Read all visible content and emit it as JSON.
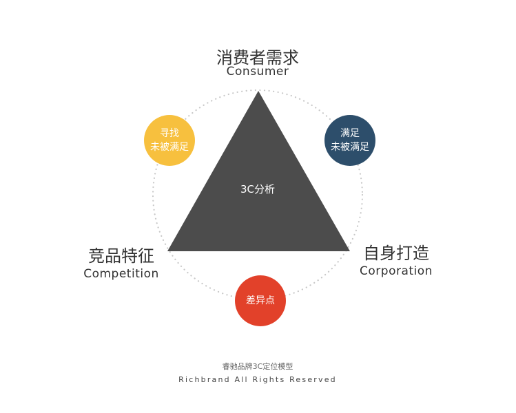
{
  "nodes": {
    "top": {
      "cn": "消费者需求",
      "en": "Consumer"
    },
    "left": {
      "cn": "竞品特征",
      "en": "Competition"
    },
    "right": {
      "cn": "自身打造",
      "en": "Corporation"
    }
  },
  "center": {
    "label": "3C分析"
  },
  "bubbles": {
    "top_left": {
      "lines": [
        "寻找",
        "未被满足"
      ],
      "color": "#f7c03e"
    },
    "top_right": {
      "lines": [
        "满足",
        "未被满足"
      ],
      "color": "#2d4e6b"
    },
    "bottom": {
      "lines": [
        "差异点"
      ],
      "color": "#e2412a"
    }
  },
  "colors": {
    "triangle": "#4c4c4c",
    "dotted_ring": "#c8c8c8"
  },
  "footer": {
    "cn": "睿驰品牌3C定位模型",
    "en": "Richbrand All Rights Reserved"
  }
}
